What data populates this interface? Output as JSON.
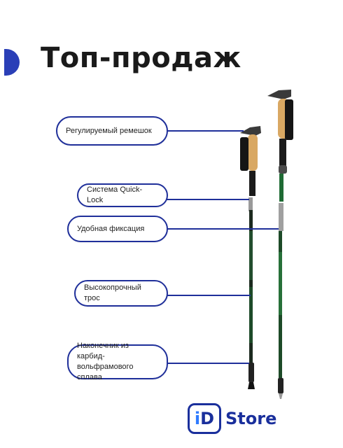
{
  "header": {
    "title": "Топ-продаж"
  },
  "features": [
    {
      "label": "Регулируемый ремешок"
    },
    {
      "label": "Система Quick-Lock"
    },
    {
      "label": "Удобная фиксация"
    },
    {
      "label": "Высокопрочный трос"
    },
    {
      "label": "Наконечник из карбид-\nвольфрамового сплава"
    }
  ],
  "logo": {
    "box_i": "i",
    "box_d": "D",
    "text": "Store"
  },
  "colors": {
    "accent": "#2a3fb7",
    "border": "#1f2f9a",
    "pole_green": "#1f6b34",
    "cork": "#d9a863"
  }
}
